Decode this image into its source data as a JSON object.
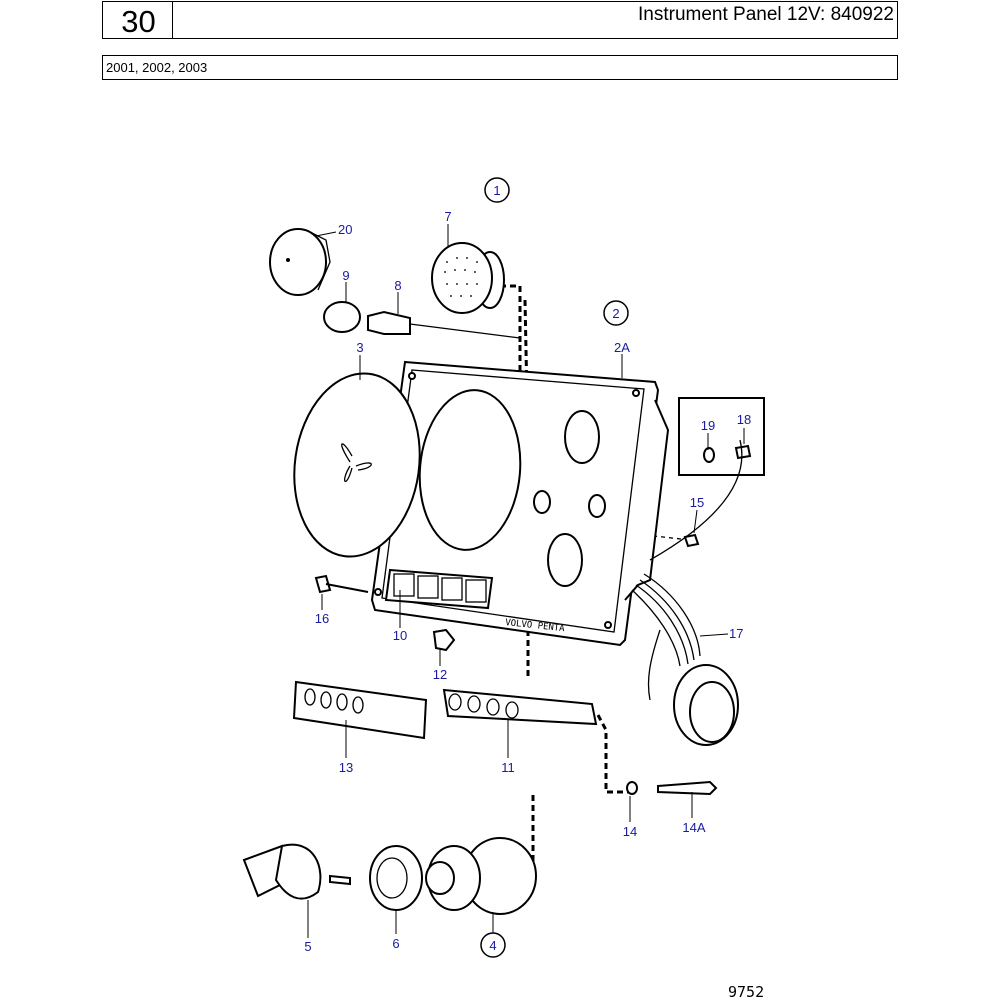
{
  "header": {
    "section_number": "30",
    "title": "Instrument Panel 12V: 840922",
    "years": "2001, 2002, 2003"
  },
  "diagram": {
    "callouts": {
      "c1": "1",
      "c2": "2",
      "c4": "4",
      "l2A": "2A",
      "l3": "3",
      "l5": "5",
      "l6": "6",
      "l7": "7",
      "l8": "8",
      "l9": "9",
      "l10": "10",
      "l11": "11",
      "l12": "12",
      "l13": "13",
      "l14": "14",
      "l14A": "14A",
      "l15": "15",
      "l16": "16",
      "l17": "17",
      "l18": "18",
      "l19": "19",
      "l20": "20"
    },
    "panel_imprint": "VOLVO PENTA",
    "drawing_number": "9752",
    "label_color": "#1a1aa0"
  }
}
